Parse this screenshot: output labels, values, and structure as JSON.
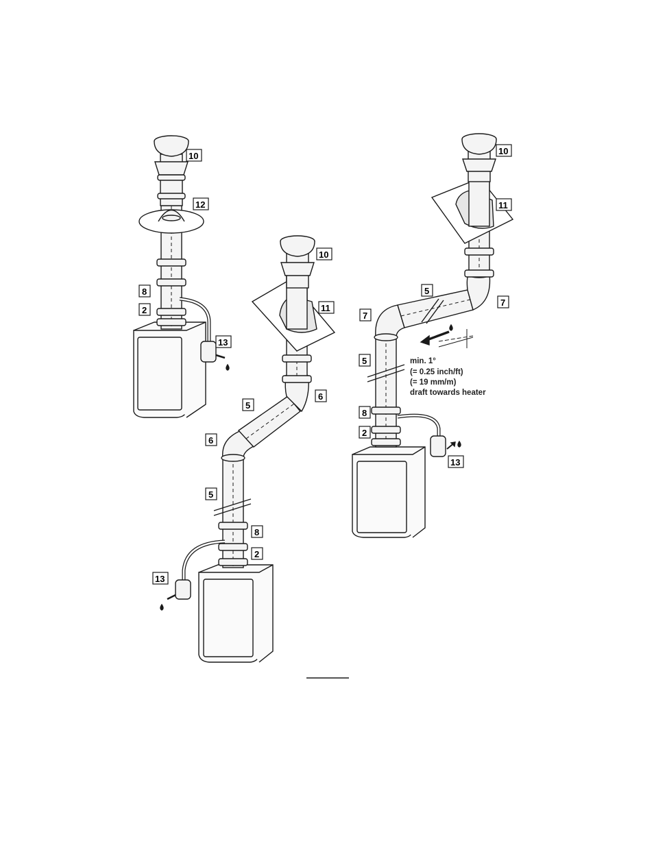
{
  "labels": {
    "left": {
      "cap": "10",
      "flashing": "12",
      "coupler": "8",
      "adapter": "2",
      "condensate": "13"
    },
    "middle": {
      "cap": "10",
      "roof_plate": "11",
      "elbow_upper": "6",
      "pipe_sloped": "5",
      "elbow_lower": "6",
      "pipe_vertical": "5",
      "coupler": "8",
      "adapter": "2",
      "condensate": "13"
    },
    "right": {
      "cap": "10",
      "roof_plate": "11",
      "elbow_right": "7",
      "pipe_horizontal": "5",
      "elbow_left": "7",
      "pipe_vertical": "5",
      "coupler": "8",
      "adapter": "2",
      "condensate": "13"
    }
  },
  "slope_note": {
    "line1": "min. 1°",
    "line2": "(= 0.25 inch/ft)",
    "line3": "(= 19 mm/m)",
    "line4": "draft towards heater"
  },
  "colors": {
    "ink": "#1a1a1a",
    "pipe_fill": "#f4f4f4",
    "heater_fill": "#fafafa",
    "roof_fill": "#ffffff"
  }
}
